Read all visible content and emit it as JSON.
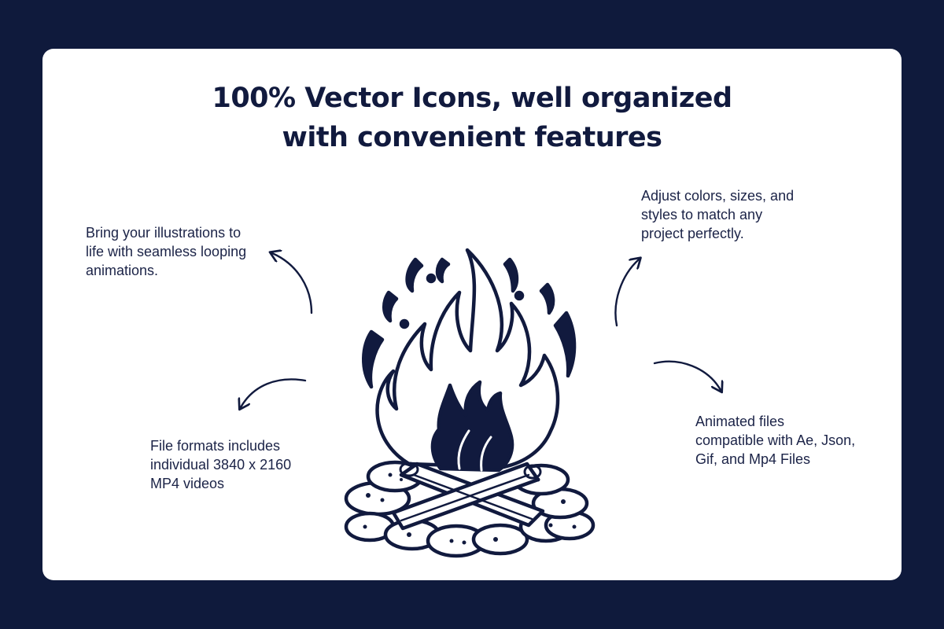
{
  "headline": {
    "line1": "100% Vector Icons, well organized",
    "line2": "with convenient features"
  },
  "features": {
    "top_left": {
      "line1": "Bring your illustrations to",
      "line2": "life with seamless looping",
      "line3": "animations."
    },
    "top_right": {
      "line1": "Adjust colors, sizes, and",
      "line2": "styles to match any",
      "line3": "project perfectly."
    },
    "bottom_left": {
      "line1": "File formats includes",
      "line2": "individual 3840 x 2160",
      "line3": "MP4 videos"
    },
    "bottom_right": {
      "line1": "Animated files",
      "line2": "compatible with Ae, Json,",
      "line3": "Gif, and Mp4 Files"
    }
  },
  "illustration": {
    "icon": "campfire-icon"
  },
  "colors": {
    "background": "#0f1a3c",
    "card": "#ffffff",
    "ink": "#111a3e"
  }
}
